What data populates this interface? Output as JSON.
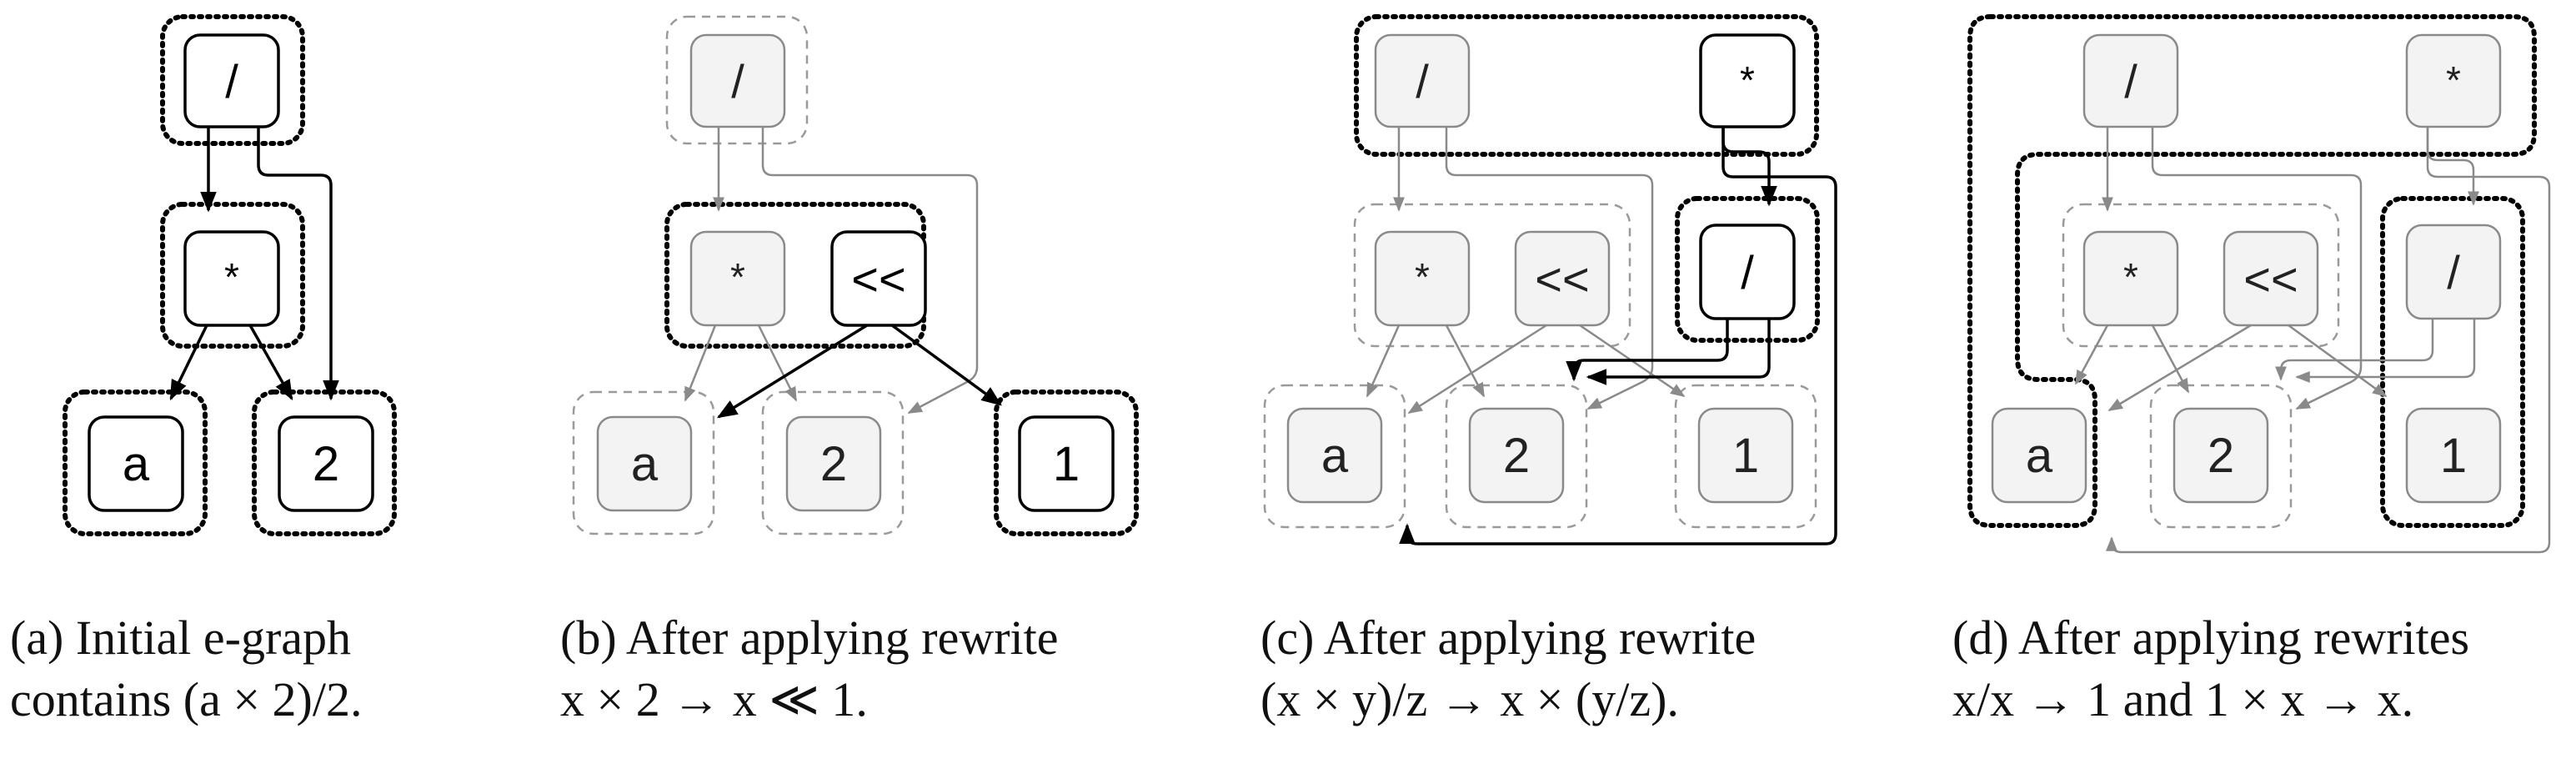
{
  "figure": {
    "panels": [
      {
        "id": "a",
        "caption": {
          "line1": "(a)  Initial  e-graph",
          "line2": "contains (a × 2)/2."
        },
        "nodes": [
          "/",
          "*",
          "a",
          "2"
        ],
        "eclasses": [
          [
            "/"
          ],
          [
            "*"
          ],
          [
            "a"
          ],
          [
            "2"
          ]
        ],
        "edges": [
          [
            "/",
            "*"
          ],
          [
            "/",
            "2"
          ],
          [
            "*",
            "a"
          ],
          [
            "*",
            "2"
          ]
        ]
      },
      {
        "id": "b",
        "caption": {
          "line1": "(b) After applying rewrite",
          "line2": "x × 2 → x ≪ 1."
        },
        "nodes": [
          "/",
          "*",
          "<<",
          "a",
          "2",
          "1"
        ],
        "eclasses": [
          [
            "/"
          ],
          [
            "*",
            "<<"
          ],
          [
            "a"
          ],
          [
            "2"
          ],
          [
            "1"
          ]
        ],
        "highlighted": [
          "<<",
          "1"
        ],
        "edges": [
          [
            "/",
            "*"
          ],
          [
            "/",
            "2"
          ],
          [
            "*",
            "a"
          ],
          [
            "*",
            "2"
          ],
          [
            "<<",
            "a"
          ],
          [
            "<<",
            "1"
          ]
        ]
      },
      {
        "id": "c",
        "caption": {
          "line1": "(c) After applying rewrite",
          "line2": "(x × y)/z → x × (y/z)."
        },
        "nodes": [
          "/",
          "*",
          "*",
          "<<",
          "/",
          "a",
          "2",
          "1"
        ],
        "eclasses": [
          [
            "/",
            "*"
          ],
          [
            "*",
            "<<"
          ],
          [
            "/"
          ],
          [
            "a"
          ],
          [
            "2"
          ],
          [
            "1"
          ]
        ],
        "highlighted": [
          "*",
          "/"
        ],
        "edges": [
          [
            "/",
            "*"
          ],
          [
            "/",
            "2"
          ],
          [
            "*",
            "a"
          ],
          [
            "*",
            "2"
          ],
          [
            "<<",
            "a"
          ],
          [
            "<<",
            "1"
          ],
          [
            "*",
            "/"
          ],
          [
            "*",
            "a"
          ],
          [
            "/",
            "2"
          ]
        ]
      },
      {
        "id": "d",
        "caption": {
          "line1": "(d) After applying rewrites",
          "line2": "x/x → 1 and 1 × x → x."
        },
        "nodes": [
          "/",
          "*",
          "*",
          "<<",
          "/",
          "a",
          "2",
          "1"
        ],
        "eclasses": [
          [
            "/",
            "*",
            "a"
          ],
          [
            "*",
            "<<"
          ],
          [
            "/",
            "1"
          ],
          [
            "2"
          ]
        ],
        "edges": [
          [
            "/",
            "*"
          ],
          [
            "/",
            "2"
          ],
          [
            "*",
            "a"
          ],
          [
            "*",
            "2"
          ],
          [
            "<<",
            "a"
          ],
          [
            "<<",
            "1"
          ],
          [
            "*",
            "/"
          ],
          [
            "*",
            "a"
          ],
          [
            "/",
            "2"
          ]
        ]
      }
    ],
    "colors": {
      "active": "#000000",
      "faded": "#8a8a8a",
      "faded_fill": "#f3f3f3",
      "node_fill": "#ffffff"
    }
  }
}
